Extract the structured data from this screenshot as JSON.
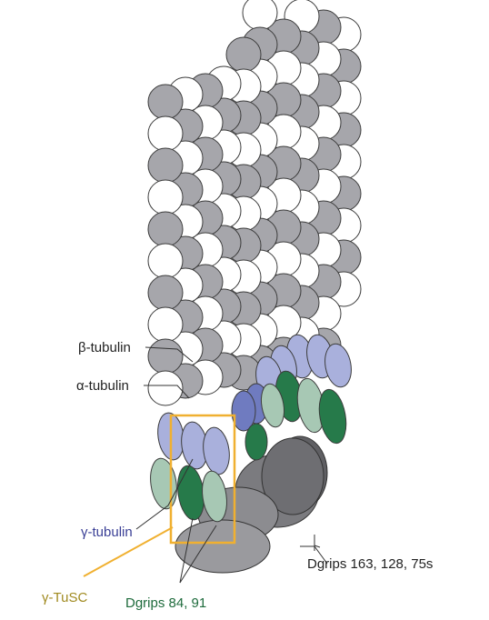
{
  "labels": {
    "beta_tubulin": "β-tubulin",
    "alpha_tubulin": "α-tubulin",
    "gamma_tubulin": "γ-tubulin",
    "gamma_tusc": "γ-TuSC",
    "dgrips_84_91": "Dgrips 84, 91",
    "dgrips_163_128_75s": "Dgrips 163, 128, 75s"
  },
  "colors": {
    "beta": "#a6a6ab",
    "alpha": "#ffffff",
    "gamma": "#a9b0dc",
    "gamma_dark": "#6f7bc0",
    "dgrip_dark": "#267a4a",
    "dgrip_light": "#a7c8b4",
    "large_grip": "#6e6e72",
    "large_grip_light": "#8c8c90",
    "outline": "#3c3c3c",
    "box": "#f0b030",
    "gamma_text": "#3a3f96",
    "tusc_text": "#a08a20",
    "dgrip_text": "#1e6b3c",
    "black_text": "#222222"
  }
}
